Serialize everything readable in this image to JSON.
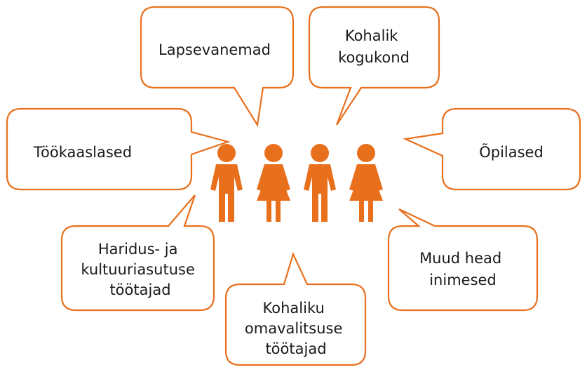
{
  "colors": {
    "accent": "#e8701c",
    "text": "#1a1a1a",
    "background": "#ffffff"
  },
  "bubbles": {
    "parents": {
      "lines": [
        "Lapsevanemad"
      ]
    },
    "community": {
      "lines": [
        "Kohalik",
        "kogukond"
      ]
    },
    "coworkers": {
      "lines": [
        "Töökaaslased"
      ]
    },
    "students": {
      "lines": [
        "Õpilased"
      ]
    },
    "education": {
      "lines": [
        "Haridus- ja",
        "kultuuriasutuse",
        "töötajad"
      ]
    },
    "others": {
      "lines": [
        "Muud head",
        "inimesed"
      ]
    },
    "municipal": {
      "lines": [
        "Kohaliku",
        "omavalitsuse",
        "töötajad"
      ]
    }
  },
  "people": [
    {
      "type": "male"
    },
    {
      "type": "female"
    },
    {
      "type": "male"
    },
    {
      "type": "female"
    }
  ]
}
